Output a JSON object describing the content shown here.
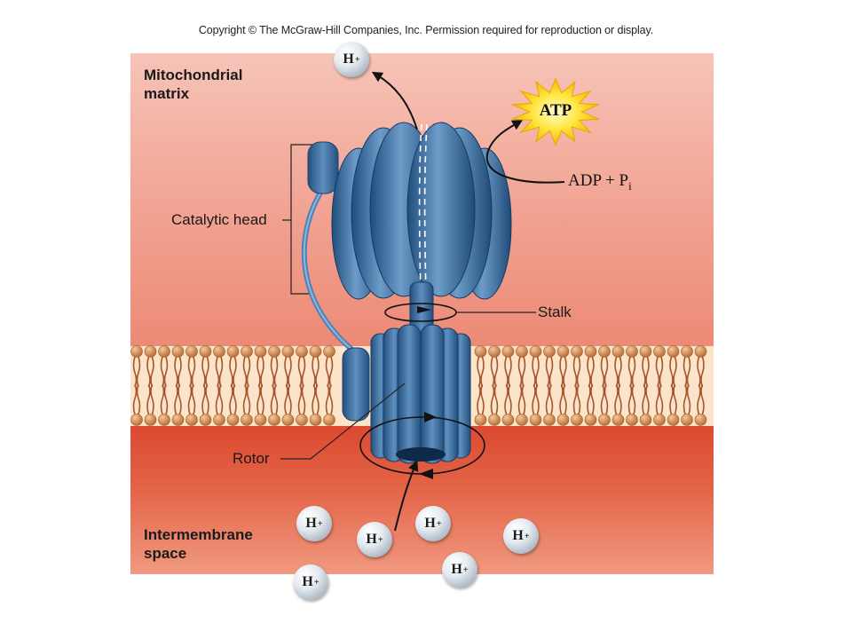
{
  "copyright": "Copyright © The McGraw-Hill Companies, Inc. Permission required for reproduction or display.",
  "labels": {
    "matrix_line1": "Mitochondrial",
    "matrix_line2": "matrix",
    "intermembrane_line1": "Intermembrane",
    "intermembrane_line2": "space",
    "catalytic_head": "Catalytic head",
    "stalk": "Stalk",
    "rotor": "Rotor"
  },
  "reaction": {
    "product": "ATP",
    "substrate": "ADP + P",
    "substrate_subscript": "i"
  },
  "ion": {
    "symbol": "H",
    "charge": "+"
  },
  "colors": {
    "matrix": "#f4a99a",
    "intermembrane": "#e2553a",
    "protein": "#3d6c9c",
    "lipid_head": "#d08a4c",
    "lipid_tail": "#a8542c",
    "atp_burst": "#ffe033"
  }
}
